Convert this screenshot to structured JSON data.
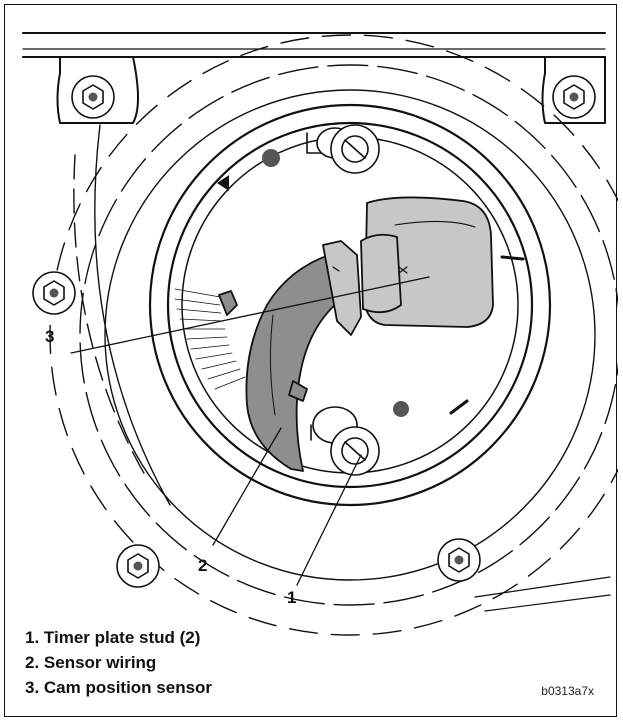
{
  "callouts": [
    {
      "number": "1"
    },
    {
      "number": "2"
    },
    {
      "number": "3"
    }
  ],
  "legend": [
    {
      "text": "1. Timer plate stud (2)"
    },
    {
      "text": "2. Sensor wiring"
    },
    {
      "text": "3. Cam position sensor"
    }
  ],
  "figure_code": "b0313a7x",
  "colors": {
    "line": "#111111",
    "sensor_fill": "#c7c7c7",
    "wire_fill": "#8e8e8e",
    "dot_fill": "#555555",
    "background": "#ffffff"
  }
}
